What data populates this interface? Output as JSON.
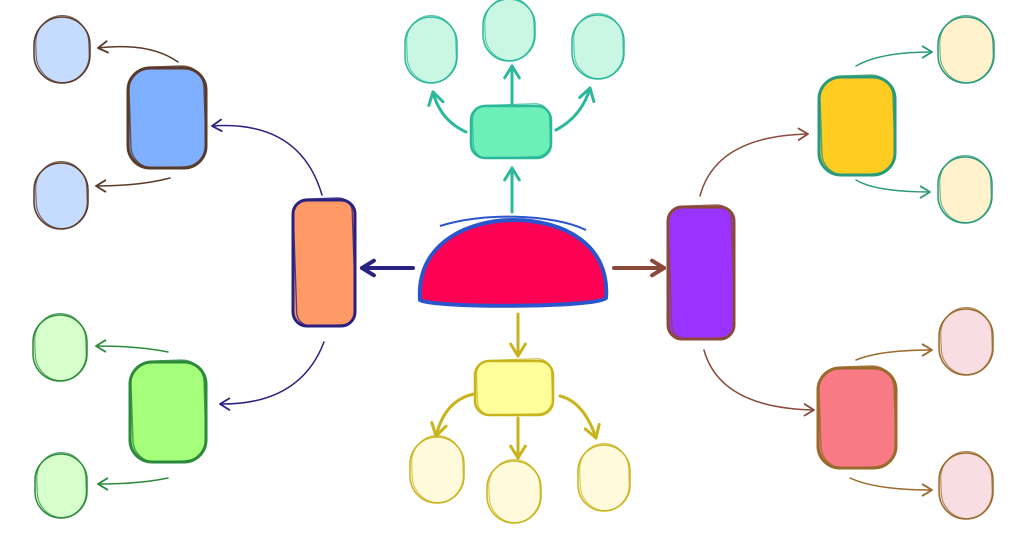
{
  "diagram": {
    "type": "mind-map",
    "labels_present": false,
    "colors": {
      "center_fill": "#ff0055",
      "center_stroke": "#2a55cc",
      "blue_fill": "#7fb0ff",
      "blue_leaf": "#c5dcff",
      "blue_stroke": "#5a3a2a",
      "orange_fill": "#ff9966",
      "orange_stroke": "#2a2280",
      "green_fill": "#a6ff7a",
      "green_leaf": "#d6ffcc",
      "green_stroke": "#2d8a3d",
      "teal_fill": "#6df0b8",
      "teal_leaf": "#c9f7e4",
      "teal_stroke": "#2cb89a",
      "yellow_fill": "#ffff99",
      "yellow_leaf": "#fffadb",
      "yellow_stroke": "#c9b41e",
      "purple_fill": "#9a33ff",
      "purple_stroke": "#8a4a3a",
      "gold_fill": "#ffcc22",
      "gold_leaf": "#fff2cc",
      "gold_stroke": "#2a9a7a",
      "pink_fill": "#f77a84",
      "pink_leaf": "#f8dde2",
      "pink_stroke": "#9a6a2a"
    },
    "nodes": [
      {
        "id": "center",
        "name": "central-topic-node",
        "kind": "center",
        "fill": "center_fill",
        "stroke": "center_stroke"
      },
      {
        "id": "orange",
        "name": "branch-node-orange",
        "kind": "branch",
        "fill": "orange_fill",
        "stroke": "orange_stroke"
      },
      {
        "id": "blue",
        "name": "subbranch-node-blue",
        "kind": "sub",
        "fill": "blue_fill",
        "stroke": "blue_stroke"
      },
      {
        "id": "blue-1",
        "name": "leaf-node-blue-1",
        "kind": "leaf",
        "fill": "blue_leaf",
        "stroke": "blue_stroke"
      },
      {
        "id": "blue-2",
        "name": "leaf-node-blue-2",
        "kind": "leaf",
        "fill": "blue_leaf",
        "stroke": "blue_stroke"
      },
      {
        "id": "green",
        "name": "subbranch-node-green",
        "kind": "sub",
        "fill": "green_fill",
        "stroke": "green_stroke"
      },
      {
        "id": "green-1",
        "name": "leaf-node-green-1",
        "kind": "leaf",
        "fill": "green_leaf",
        "stroke": "green_stroke"
      },
      {
        "id": "green-2",
        "name": "leaf-node-green-2",
        "kind": "leaf",
        "fill": "green_leaf",
        "stroke": "green_stroke"
      },
      {
        "id": "teal",
        "name": "branch-node-teal",
        "kind": "branch",
        "fill": "teal_fill",
        "stroke": "teal_stroke"
      },
      {
        "id": "teal-1",
        "name": "leaf-node-teal-1",
        "kind": "leaf",
        "fill": "teal_leaf",
        "stroke": "teal_stroke"
      },
      {
        "id": "teal-2",
        "name": "leaf-node-teal-2",
        "kind": "leaf",
        "fill": "teal_leaf",
        "stroke": "teal_stroke"
      },
      {
        "id": "teal-3",
        "name": "leaf-node-teal-3",
        "kind": "leaf",
        "fill": "teal_leaf",
        "stroke": "teal_stroke"
      },
      {
        "id": "yellow",
        "name": "branch-node-yellow",
        "kind": "branch",
        "fill": "yellow_fill",
        "stroke": "yellow_stroke"
      },
      {
        "id": "yellow-1",
        "name": "leaf-node-yellow-1",
        "kind": "leaf",
        "fill": "yellow_leaf",
        "stroke": "yellow_stroke"
      },
      {
        "id": "yellow-2",
        "name": "leaf-node-yellow-2",
        "kind": "leaf",
        "fill": "yellow_leaf",
        "stroke": "yellow_stroke"
      },
      {
        "id": "yellow-3",
        "name": "leaf-node-yellow-3",
        "kind": "leaf",
        "fill": "yellow_leaf",
        "stroke": "yellow_stroke"
      },
      {
        "id": "purple",
        "name": "branch-node-purple",
        "kind": "branch",
        "fill": "purple_fill",
        "stroke": "purple_stroke"
      },
      {
        "id": "gold",
        "name": "subbranch-node-gold",
        "kind": "sub",
        "fill": "gold_fill",
        "stroke": "gold_stroke"
      },
      {
        "id": "gold-1",
        "name": "leaf-node-gold-1",
        "kind": "leaf",
        "fill": "gold_leaf",
        "stroke": "gold_stroke"
      },
      {
        "id": "gold-2",
        "name": "leaf-node-gold-2",
        "kind": "leaf",
        "fill": "gold_leaf",
        "stroke": "gold_stroke"
      },
      {
        "id": "pink",
        "name": "subbranch-node-pink",
        "kind": "sub",
        "fill": "pink_fill",
        "stroke": "pink_stroke"
      },
      {
        "id": "pink-1",
        "name": "leaf-node-pink-1",
        "kind": "leaf",
        "fill": "pink_leaf",
        "stroke": "pink_stroke"
      },
      {
        "id": "pink-2",
        "name": "leaf-node-pink-2",
        "kind": "leaf",
        "fill": "pink_leaf",
        "stroke": "pink_stroke"
      }
    ],
    "edges": [
      {
        "from": "center",
        "to": "orange",
        "color": "orange_stroke"
      },
      {
        "from": "orange",
        "to": "blue",
        "color": "orange_stroke"
      },
      {
        "from": "orange",
        "to": "green",
        "color": "orange_stroke"
      },
      {
        "from": "blue",
        "to": "blue-1",
        "color": "blue_stroke"
      },
      {
        "from": "blue",
        "to": "blue-2",
        "color": "blue_stroke"
      },
      {
        "from": "green",
        "to": "green-1",
        "color": "green_stroke"
      },
      {
        "from": "green",
        "to": "green-2",
        "color": "green_stroke"
      },
      {
        "from": "center",
        "to": "teal",
        "color": "teal_stroke"
      },
      {
        "from": "teal",
        "to": "teal-1",
        "color": "teal_stroke"
      },
      {
        "from": "teal",
        "to": "teal-2",
        "color": "teal_stroke"
      },
      {
        "from": "teal",
        "to": "teal-3",
        "color": "teal_stroke"
      },
      {
        "from": "center",
        "to": "yellow",
        "color": "yellow_stroke"
      },
      {
        "from": "yellow",
        "to": "yellow-1",
        "color": "yellow_stroke"
      },
      {
        "from": "yellow",
        "to": "yellow-2",
        "color": "yellow_stroke"
      },
      {
        "from": "yellow",
        "to": "yellow-3",
        "color": "yellow_stroke"
      },
      {
        "from": "center",
        "to": "purple",
        "color": "purple_stroke"
      },
      {
        "from": "purple",
        "to": "gold",
        "color": "purple_stroke"
      },
      {
        "from": "purple",
        "to": "pink",
        "color": "purple_stroke"
      },
      {
        "from": "gold",
        "to": "gold-1",
        "color": "gold_stroke"
      },
      {
        "from": "gold",
        "to": "gold-2",
        "color": "gold_stroke"
      },
      {
        "from": "pink",
        "to": "pink-1",
        "color": "pink_stroke"
      },
      {
        "from": "pink",
        "to": "pink-2",
        "color": "pink_stroke"
      }
    ]
  }
}
